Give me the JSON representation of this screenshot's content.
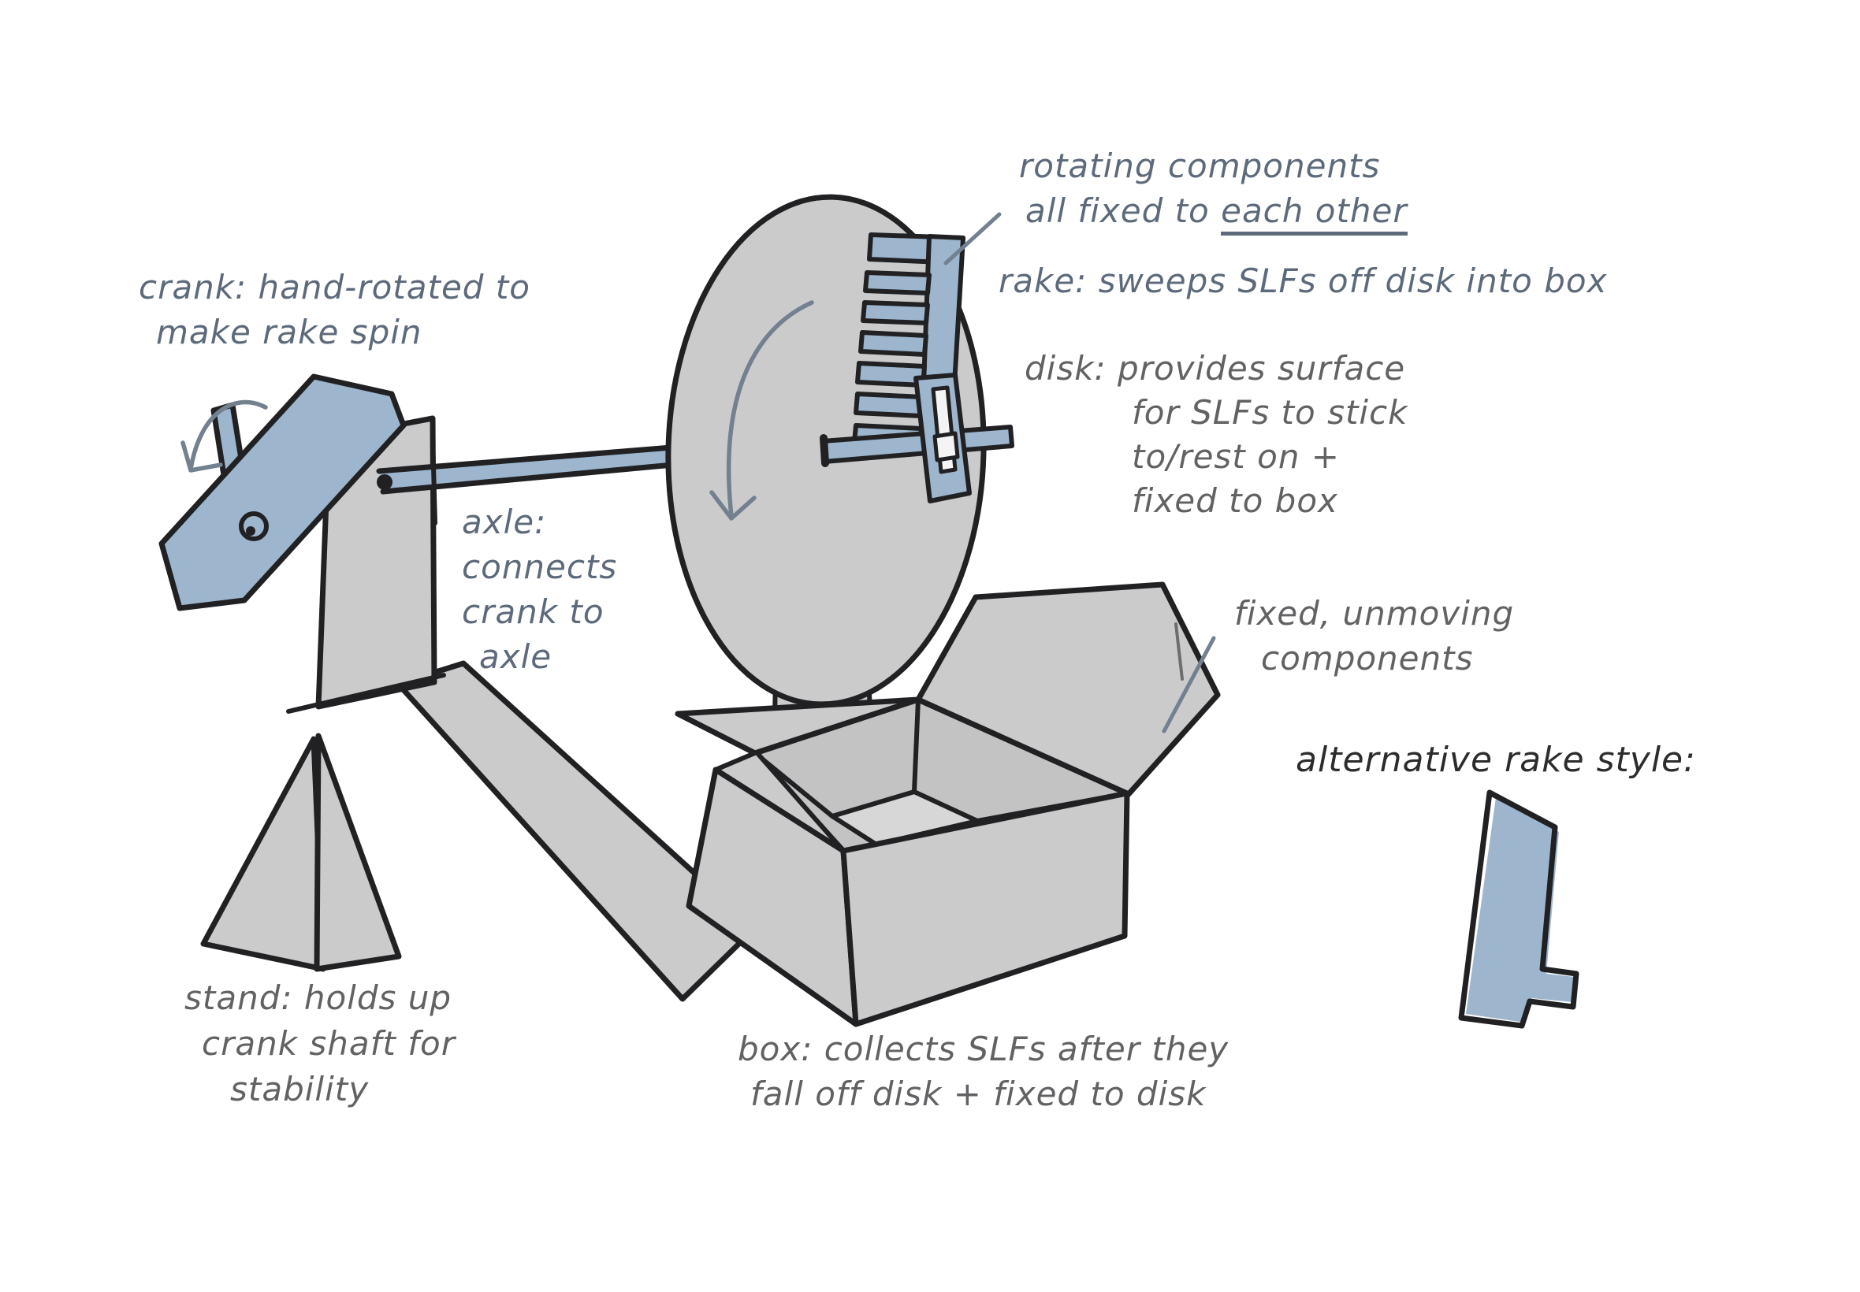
{
  "colors": {
    "paper": "#ffffff",
    "ink": "#212124",
    "blue": "#9db6cd",
    "gray": "#cbcbcb",
    "gray_interior": "#c3c3c3",
    "gray_floor": "#d7d7d7",
    "slot_white": "#f4f4f4",
    "text_slate": "#5d6a7b",
    "text_gray": "#626265",
    "text_dark": "#2c2c2e",
    "arrow": "#73808f"
  },
  "annotations": {
    "rotating_components": {
      "line1": "rotating components",
      "line2_prefix": "all fixed to ",
      "line2_underlined": "each other"
    },
    "rake": {
      "label": "rake: sweeps SLFs off disk into box"
    },
    "crank": {
      "line1": "crank: hand-rotated to",
      "line2": "make rake spin"
    },
    "disk": {
      "line1": "disk: provides surface",
      "line2": "for SLFs to stick",
      "line3": "to/rest on +",
      "line4": "fixed to box"
    },
    "axle": {
      "line1": "axle:",
      "line2": "connects",
      "line3": "crank to",
      "line4": "axle"
    },
    "fixed_components": {
      "line1": "fixed, unmoving",
      "line2": "components"
    },
    "alternative_rake": {
      "label": "alternative rake style:"
    },
    "stand": {
      "line1": "stand: holds up",
      "line2": "crank shaft for",
      "line3": "stability"
    },
    "box": {
      "line1": "box: collects SLFs after they",
      "line2": "fall off disk + fixed to disk"
    }
  }
}
